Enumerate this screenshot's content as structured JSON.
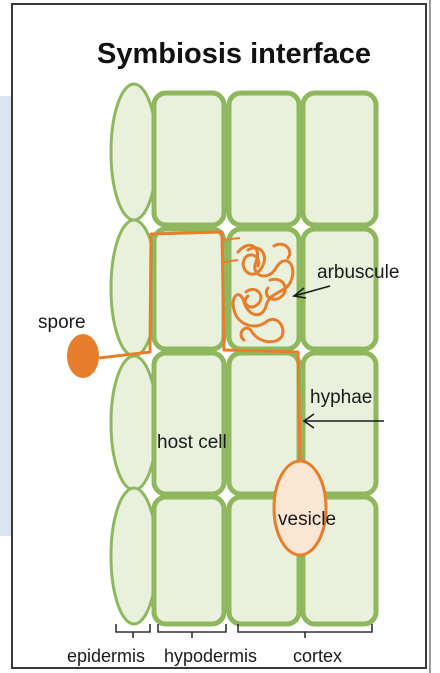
{
  "title": "Symbiosis interface",
  "labels": {
    "spore": "spore",
    "arbuscule": "arbuscule",
    "hyphae": "hyphae",
    "host_cell": "host cell",
    "vesicle": "vesicle"
  },
  "bottom_labels": {
    "epidermis": "epidermis",
    "hypodermis": "hypodermis",
    "cortex": "cortex"
  },
  "colors": {
    "cell_fill": "#e9f1dc",
    "cell_stroke": "#8fb85e",
    "fungus": "#e87d2c",
    "vesicle_fill": "#fbe5d3",
    "side_panel": "#dbe4f0"
  }
}
